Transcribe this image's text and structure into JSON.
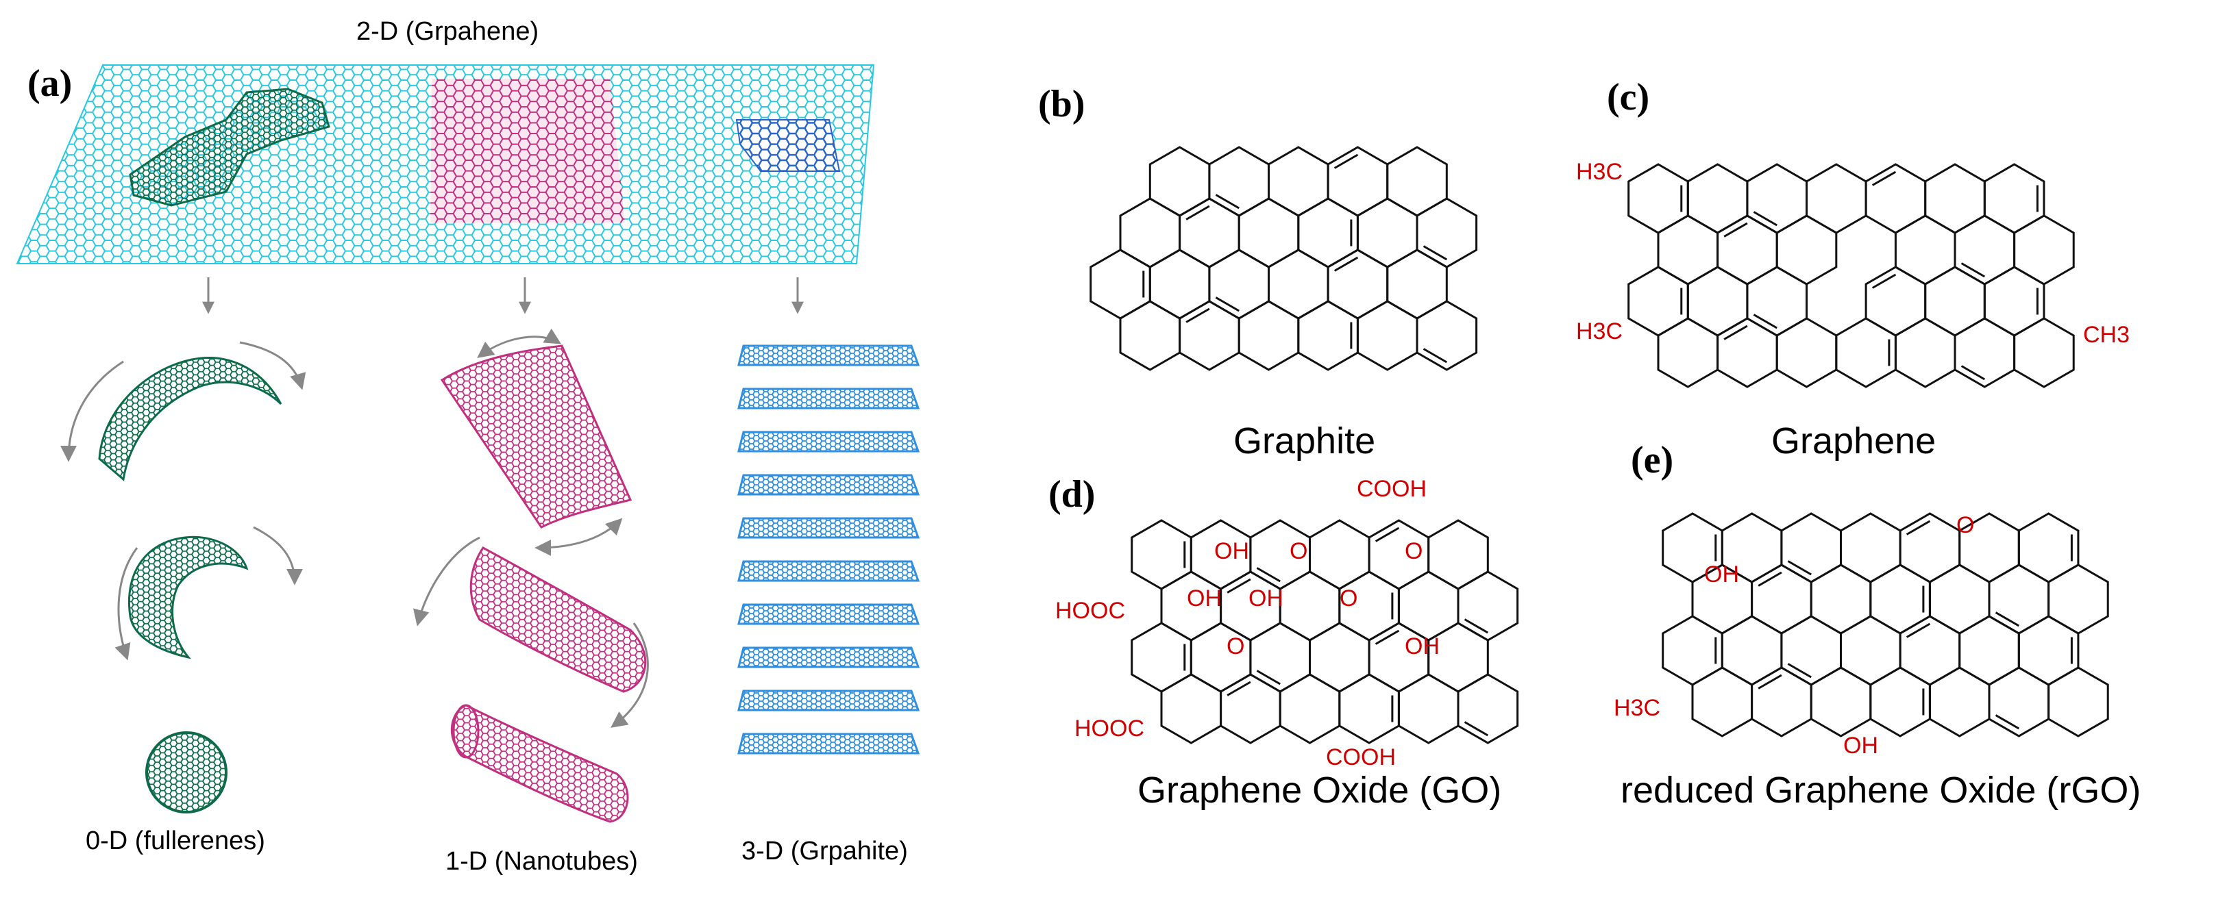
{
  "panel_a": {
    "letter": "(a)",
    "title": "2-D (Grpahene)",
    "labels": {
      "zero_d": "0-D (fullerenes)",
      "one_d": "1-D (Nanotubes)",
      "three_d": "3-D (Grpahite)"
    }
  },
  "panel_b": {
    "letter": "(b)",
    "caption": "Graphite"
  },
  "panel_c": {
    "letter": "(c)",
    "caption": "Graphene",
    "groups": {
      "methyl_top": "H3C",
      "methyl_left": "H3C",
      "methyl_right": "CH3"
    }
  },
  "panel_d": {
    "letter": "(d)",
    "caption": "Graphene Oxide (GO)",
    "groups": {
      "cooh_top": "COOH",
      "cooh_bottom": "COOH",
      "hooc_left": "HOOC",
      "hooc_lower_left": "HOOC",
      "oh_1": "OH",
      "oh_2": "OH",
      "oh_3": "OH",
      "oh_4": "OH",
      "o_1": "O",
      "o_2": "O",
      "o_3": "O",
      "o_4": "O"
    }
  },
  "panel_e": {
    "letter": "(e)",
    "caption": "reduced Graphene Oxide (rGO)",
    "groups": {
      "o_epoxy": "O",
      "oh_upper": "OH",
      "oh_bottom": "OH",
      "methyl": "H3C"
    }
  },
  "colors": {
    "graphene_sheet": "#29c8e0",
    "fullerene_green": "#0e6b4a",
    "nanotube_magenta": "#c0307f",
    "graphite_blue": "#2f8fe0",
    "patch_pink": "#d94f8a",
    "patch_blue": "#2a64c6",
    "functional_group_red": "#d00000",
    "arrow_gray": "#888888"
  }
}
